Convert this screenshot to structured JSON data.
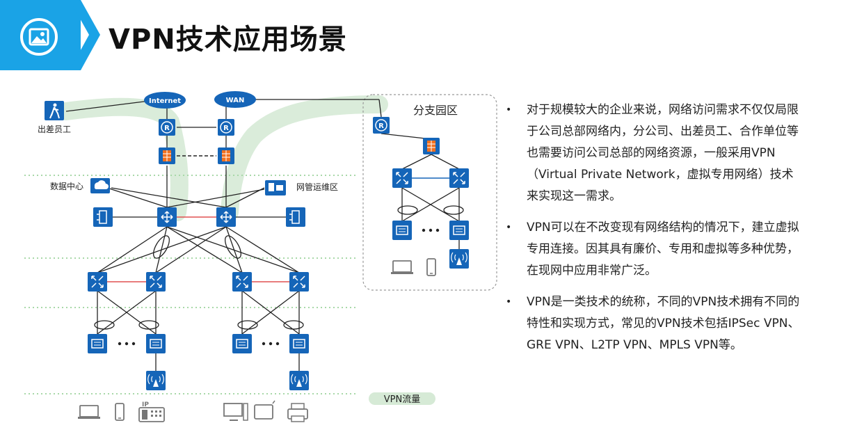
{
  "header": {
    "title": "VPN技术应用场景",
    "icon": "image-icon",
    "accent_color": "#1aa3e6"
  },
  "diagram": {
    "clouds": [
      "Internet",
      "WAN"
    ],
    "labels": {
      "traveler": "出差员工",
      "datacenter": "数据中心",
      "netops": "网管运维区",
      "branch": "分支园区",
      "legend": "VPN流量",
      "ip_phone": "IP"
    },
    "colors": {
      "device": "#1565b8",
      "vpn_flow": "#d6ead6",
      "dotted_divider": "#a8d8a8",
      "red_link": "#e05050"
    }
  },
  "bullets": [
    "对于规模较大的企业来说，网络访问需求不仅仅局限于公司总部网络内，分公司、出差员工、合作单位等也需要访问公司总部的网络资源，一般采用VPN（Virtual Private Network，虚拟专用网络）技术来实现这一需求。",
    "VPN可以在不改变现有网络结构的情况下，建立虚拟专用连接。因其具有廉价、专用和虚拟等多种优势，在现网中应用非常广泛。",
    "VPN是一类技术的统称，不同的VPN技术拥有不同的特性和实现方式，常见的VPN技术包括IPSec VPN、GRE VPN、L2TP VPN、MPLS VPN等。"
  ]
}
